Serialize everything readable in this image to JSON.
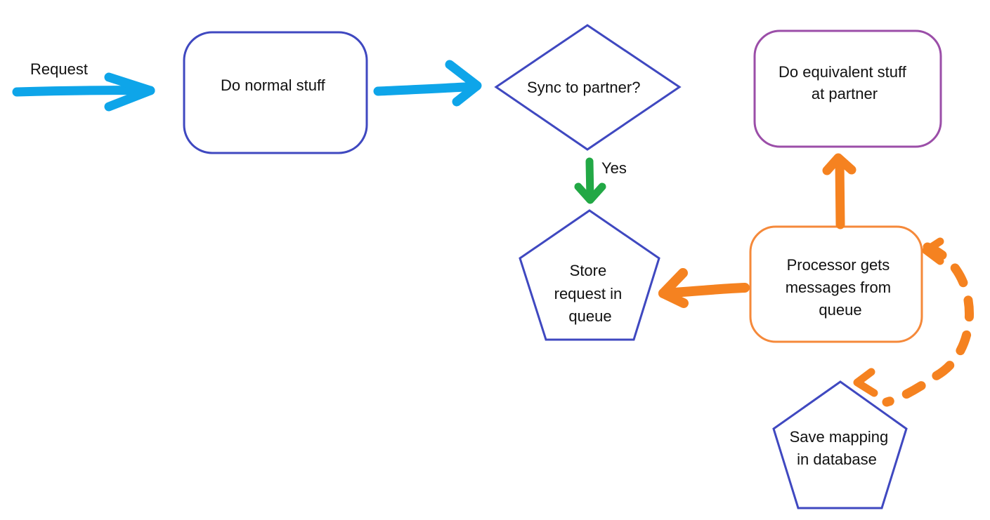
{
  "colors": {
    "blue_arrow": "#0ea5e9",
    "box_outline": "#3f48c0",
    "partner_outline": "#9b4ea8",
    "processor_outline": "#f5893a",
    "orange_arrow": "#f58220",
    "green_arrow": "#22a845",
    "text": "#111111"
  },
  "labels": {
    "request": "Request",
    "do_normal_stuff": "Do normal stuff",
    "sync_to_partner": "Sync to partner?",
    "yes": "Yes",
    "do_equivalent": [
      "Do equivalent stuff",
      "at partner"
    ],
    "store_request": [
      "Store",
      "request in",
      "queue"
    ],
    "processor": [
      "Processor gets",
      "messages from",
      "queue"
    ],
    "save_mapping": [
      "Save mapping",
      "in database"
    ]
  }
}
